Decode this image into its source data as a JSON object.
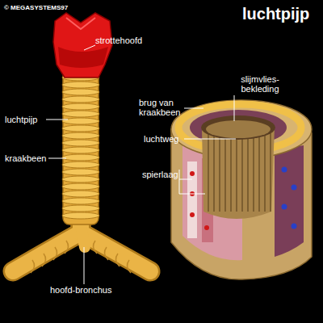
{
  "diagram": {
    "title": "luchtpijp",
    "labels": [
      "© MEGASYSTEMS97",
      "strottehoofd",
      "luchtpijp",
      "kraakbeen",
      "hoofd-bronchus",
      "slijmvlies- bekleding",
      "brug van kraakbeen",
      "luchtweg",
      "spierlaag"
    ]
  }
}
